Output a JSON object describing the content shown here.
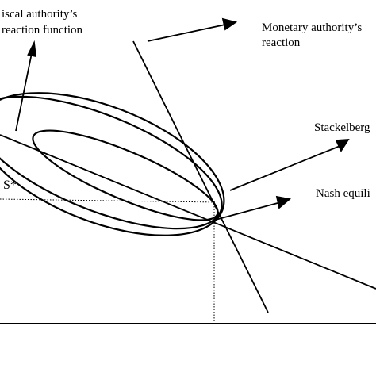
{
  "labels": {
    "fiscal_line1": "iscal authority’s",
    "fiscal_line2": "reaction function",
    "monetary_line1": "Monetary authority’s",
    "monetary_line2": "reaction",
    "stackelberg": "Stackelberg",
    "nash": "Nash equili",
    "s_star": "S*"
  },
  "colors": {
    "ink": "#000000",
    "background": "#ffffff"
  }
}
